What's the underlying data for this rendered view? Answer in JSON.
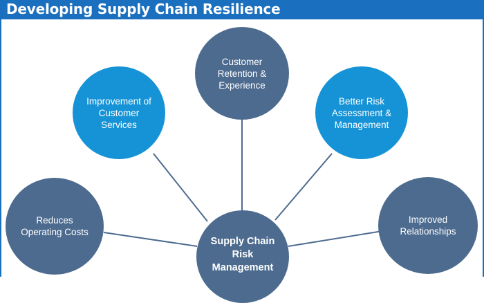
{
  "title": "Developing Supply Chain Resilience",
  "center": "Supply Chain Risk Management",
  "nodes": {
    "customer_retention": "Customer Retention & Experience",
    "improvement_services": "Improvement of Customer Services",
    "better_risk": "Better Risk Assessment & Management",
    "reduces_costs": "Reduces Operating Costs",
    "improved_relationships": "Improved Relationships"
  },
  "colors": {
    "title_bar": "#1a6fbf",
    "navy_circle": "#4d6b8f",
    "cyan_circle": "#1593d6",
    "connector": "#4d6b8f"
  }
}
